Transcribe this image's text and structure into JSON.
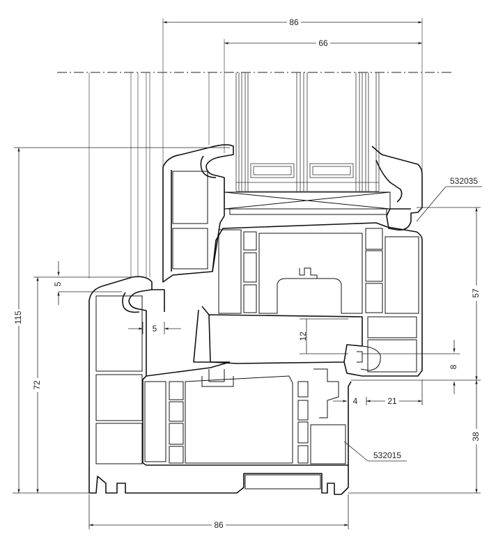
{
  "dimensions": {
    "top_outer_width": "86",
    "top_inner_width": "66",
    "left_total_height": "115",
    "left_frame_height": "72",
    "left_step": "5",
    "inner_offset": "5",
    "center_gap": "12",
    "right_upper_height": "57",
    "right_small_height": "8",
    "right_lower_height": "38",
    "bottom_offset": "4",
    "bottom_right_width": "21",
    "bottom_width": "86"
  },
  "labels": {
    "sash_profile_code": "532035",
    "frame_profile_code": "532015"
  }
}
